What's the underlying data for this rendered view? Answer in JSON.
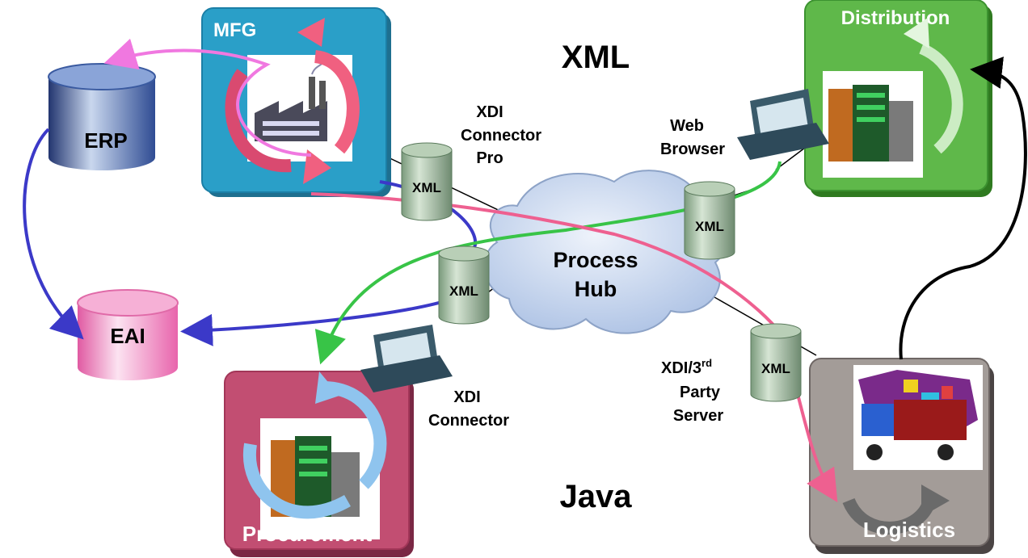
{
  "headings": {
    "top": "XML",
    "bottom": "Java"
  },
  "hub": {
    "line1": "Process",
    "line2": "Hub"
  },
  "nodes": {
    "mfg": "MFG",
    "distribution": "Distribution",
    "procurement": "Procurement",
    "logistics": "Logistics",
    "erp": "ERP",
    "eai": "EAI"
  },
  "connectors": {
    "xml_label": "XML"
  },
  "labels": {
    "xdi_connector_pro": [
      "XDI",
      "Connector",
      "Pro"
    ],
    "web_browser": [
      "Web",
      "Browser"
    ],
    "xdi_connector": [
      "XDI",
      "Connector"
    ],
    "xdi_party_server": {
      "prefix": "XDI/3",
      "superscript": "rd",
      "line2": "Party",
      "line3": "Server"
    }
  },
  "colors": {
    "mfg": "#2a9fc8",
    "distribution": "#5fb84a",
    "procurement": "#c24e72",
    "logistics": "#a39c98",
    "erp": "#3d5ea6",
    "eai": "#f07ab8",
    "cloud": "#c3d3ec",
    "blue_link": "#3b39c8",
    "green_link": "#38c447",
    "pink_link": "#ee6090",
    "magenta_link": "#f078e0"
  }
}
